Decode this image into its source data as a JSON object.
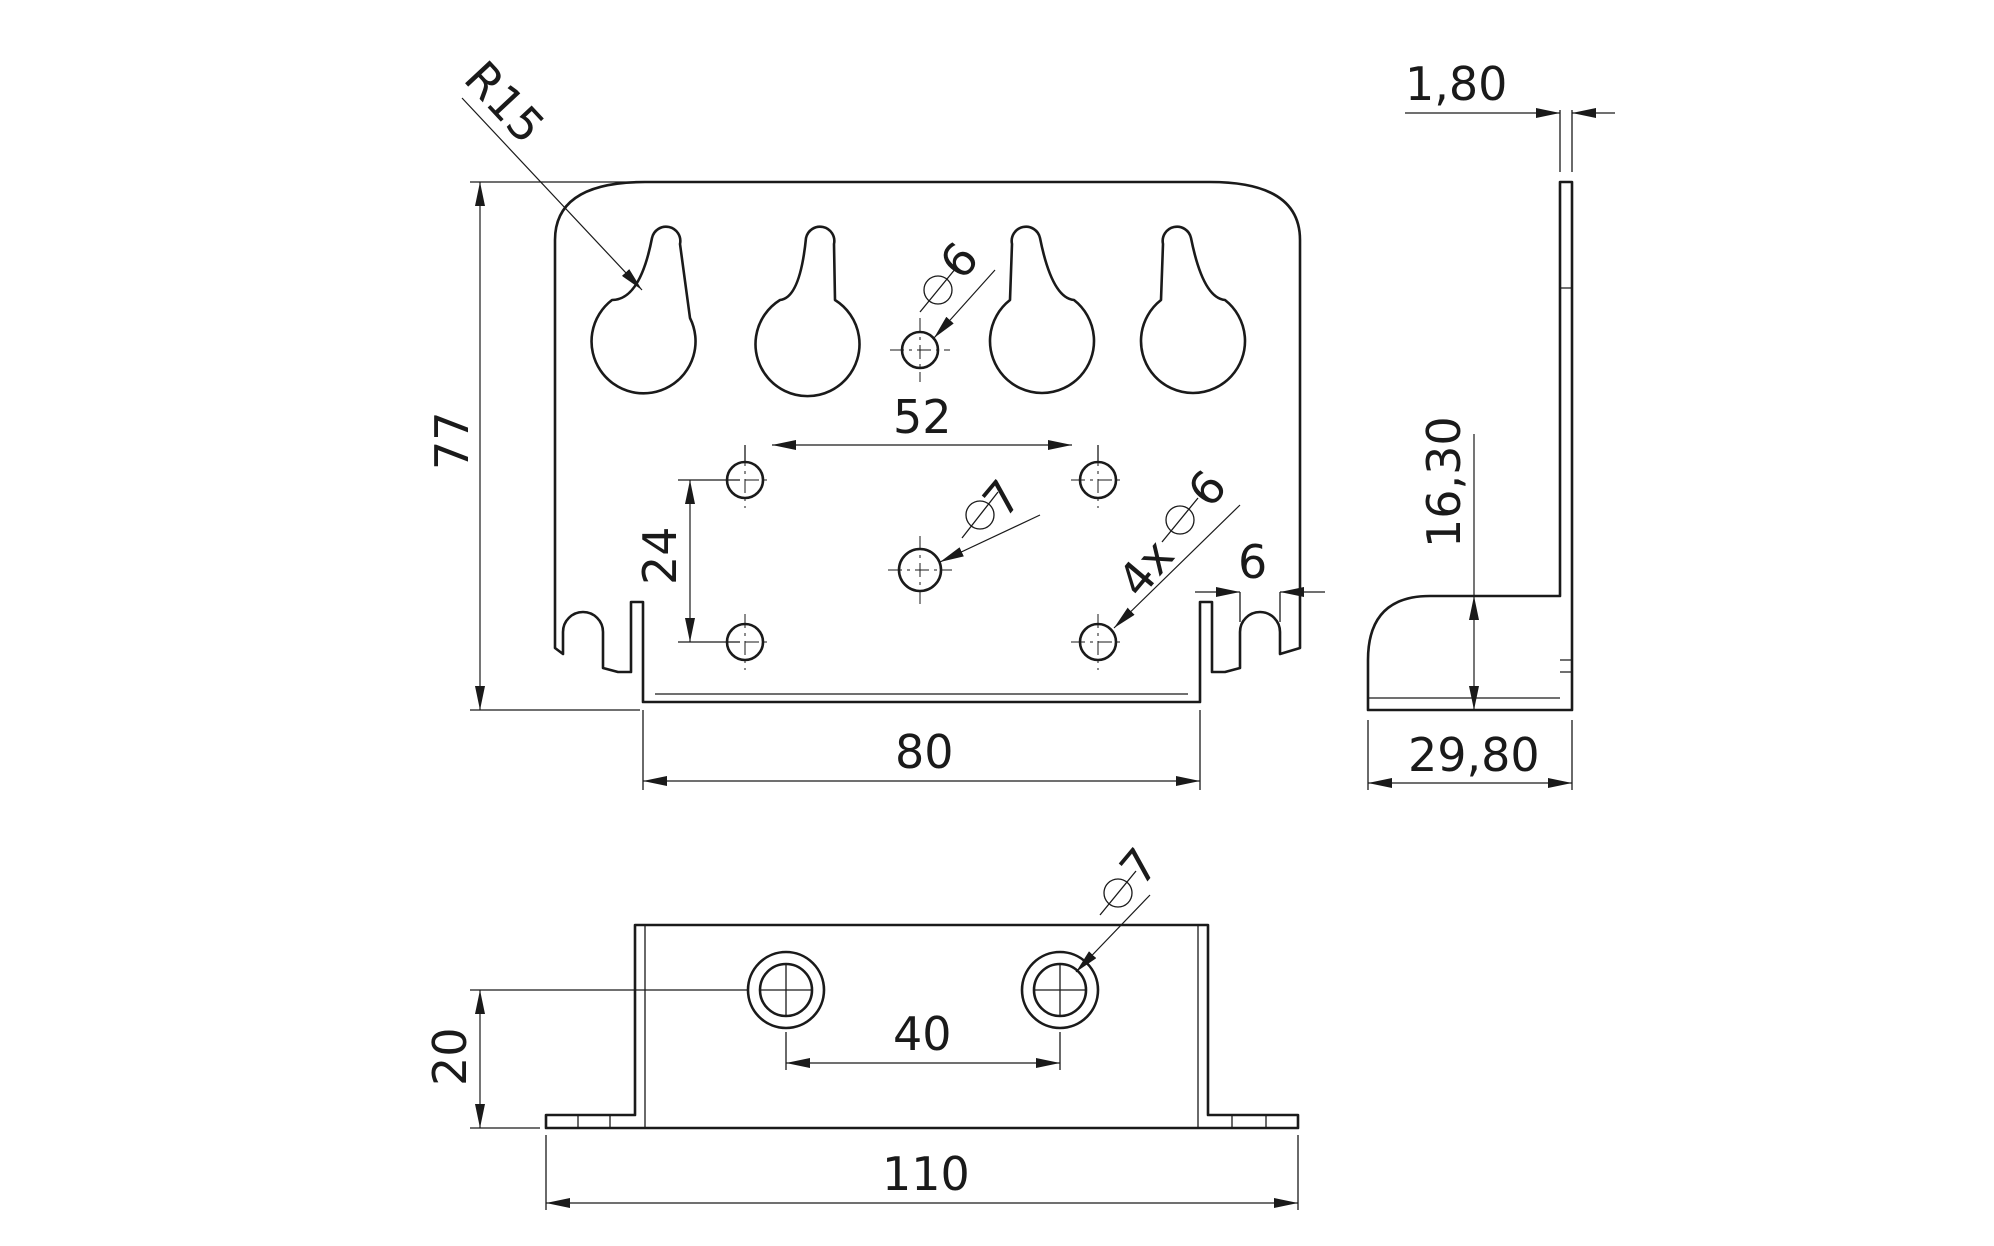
{
  "front_view": {
    "radius_label": "R15",
    "dia_top_label": "6",
    "dia_center_label": "7",
    "dia_bolt_label": "6",
    "bolt_count_label": "4x",
    "notch_label": "6",
    "height_label": "77",
    "spacing_v_label": "24",
    "spacing_h_label": "52",
    "base_width_label": "80"
  },
  "side_view": {
    "thickness_label": "1,80",
    "flange_height_label": "16,30",
    "depth_label": "29,80"
  },
  "bottom_view": {
    "dia_label": "7",
    "height_label": "20",
    "spacing_label": "40",
    "width_label": "110"
  }
}
